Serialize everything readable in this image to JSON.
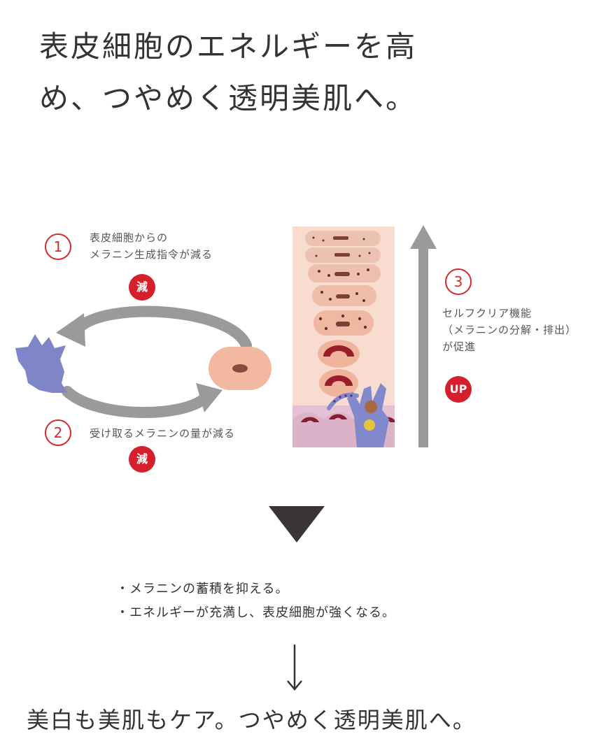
{
  "headline": {
    "line1": "表皮細胞のエネルギーを高",
    "line2": "め、つやめく透明美肌へ。"
  },
  "step1": {
    "number": "1",
    "line1": "表皮細胞からの",
    "line2": "メラニン生成指令が減る",
    "badge": "減"
  },
  "step2": {
    "number": "2",
    "text": "受け取るメラニンの量が減る",
    "badge": "減"
  },
  "step3": {
    "number": "3",
    "line1": "セルフクリア機能",
    "line2": "（メラニンの分解・排出）",
    "line3": "が促進",
    "badge": "UP"
  },
  "bullets": [
    "・メラニンの蓄積を抑える。",
    "・エネルギーが充満し、表皮細胞が強くなる。"
  ],
  "conclusion": "美白も美肌もケア。つやめく透明美肌へ。",
  "colors": {
    "accent_red": "#d61f2c",
    "melanocyte_blue": "#7f86c8",
    "cell_pink": "#f2b9a0",
    "arrow_gray": "#9a9a9a",
    "triangle_dark": "#3b3434"
  }
}
